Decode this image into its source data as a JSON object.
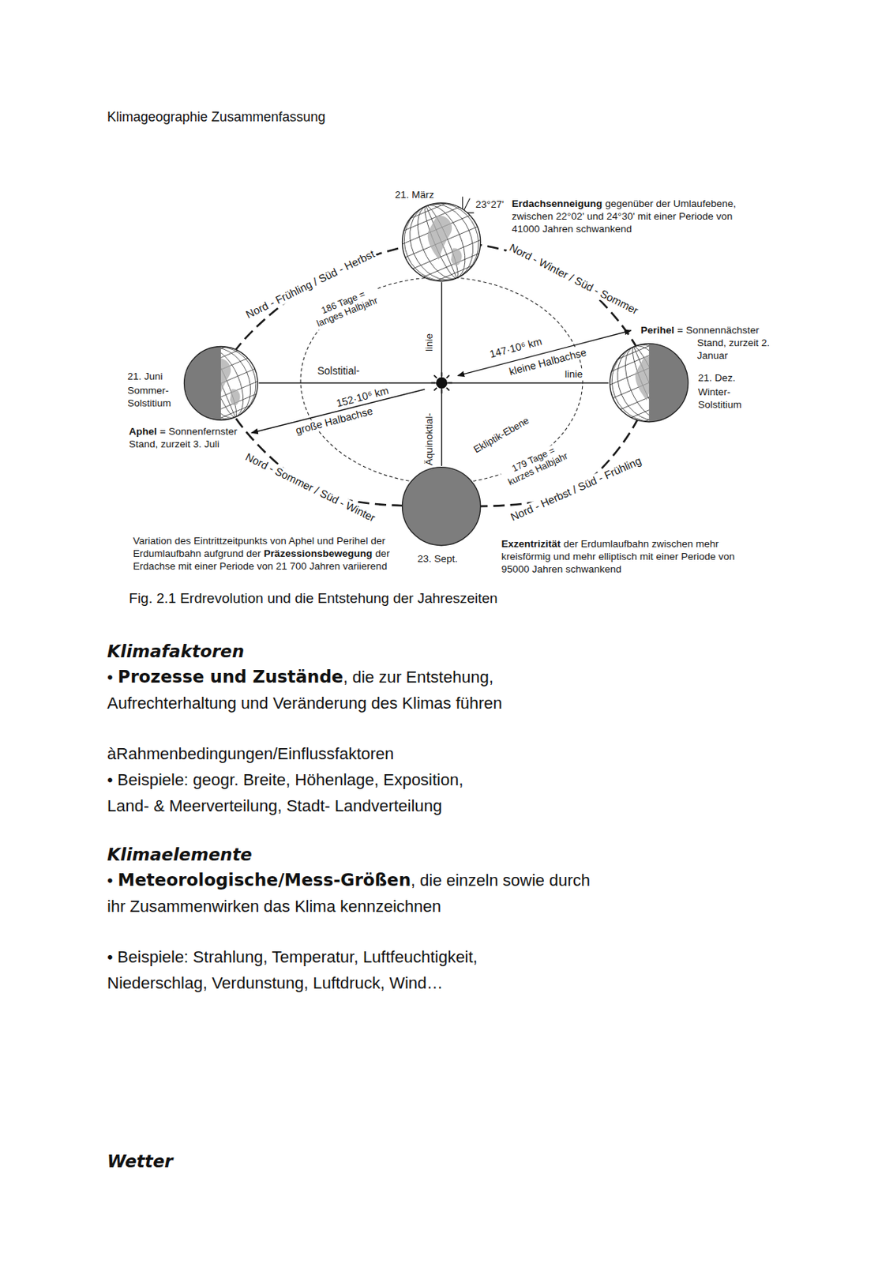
{
  "diagram": {
    "title": "Klimageographie Zusammenfassung",
    "caption": "Fig. 2.1 Erdrevolution und die Entstehung der Jahreszeiten",
    "nodes": [
      {
        "text": [
          "21. März"
        ]
      },
      {
        "text": [
          "21. Juni",
          "Sommer- Solstitium"
        ]
      },
      {
        "text": [
          "21. Dez.",
          "Winter- Solstitium"
        ]
      },
      {
        "text": [
          "23. Sept."
        ]
      }
    ],
    "edges": [
      {
        "from": 1,
        "to": 2,
        "arrow": "none"
      },
      {
        "from": 0,
        "to": 3,
        "arrow": "none"
      }
    ],
    "labels": [
      "23°27'",
      "Erdachsenneigung",
      "gegenüber der Umlaufebene, zwischen 22°02' und 24°30' mit einer Periode von 41000 Jahren schwankend",
      "Nord - Frühling / Süd - Herbst",
      "Nord - Winter / Süd - Sommer",
      "186 Tage = langes Halbjahr",
      "linie",
      "Perihel",
      "= Sonnennächster Stand, zurzeit 2. Januar",
      "147·10⁶ km",
      "kleine Halbachse",
      "Solstitial-",
      "linie",
      "152·10⁶ km",
      "große Halbachse",
      "Aphel",
      "= Sonnenfernster Stand, zurzeit 3. Juli",
      "Äquinoktial-",
      "Ekliptik-Ebene",
      "179 Tage = kurzes Halbjahr",
      "Nord - Sommer / Süd - Winter",
      "Nord - Herbst / Süd - Frühling",
      "Variation des Eintrittzeitpunkts von Aphel und Perihel der Erdumlaufbahn aufgrund der",
      "Präzessionsbewegung",
      "der Erdachse mit einer Periode von 21 700 Jahren variierend",
      "Exzentrizität",
      "der Erdumlaufbahn zwischen mehr kreisförmig und mehr elliptisch mit einer Periode von 95000 Jahren schwankend",
      "Klimafaktoren",
      "•",
      "Prozesse und Zustände",
      ", die zur Entstehung, Aufrechterhaltung und Veränderung des Klimas führen",
      "àRahmenbedingungen/Einflussfaktoren",
      "• Beispiele: geogr. Breite, Höhenlage, Exposition, Land- & Meerverteilung, Stadt- Landverteilung",
      "Klimaelemente",
      "•",
      "Meteorologische/Mess-Größen",
      ", die einzeln sowie durch ihr Zusammenwirken das Klima kennzeichnen",
      "• Beispiele: Strahlung, Temperatur, Luftfeuchtigkeit, Niederschlag, Verdunstung, Luftdruck, Wind…",
      "Wetter"
    ]
  }
}
